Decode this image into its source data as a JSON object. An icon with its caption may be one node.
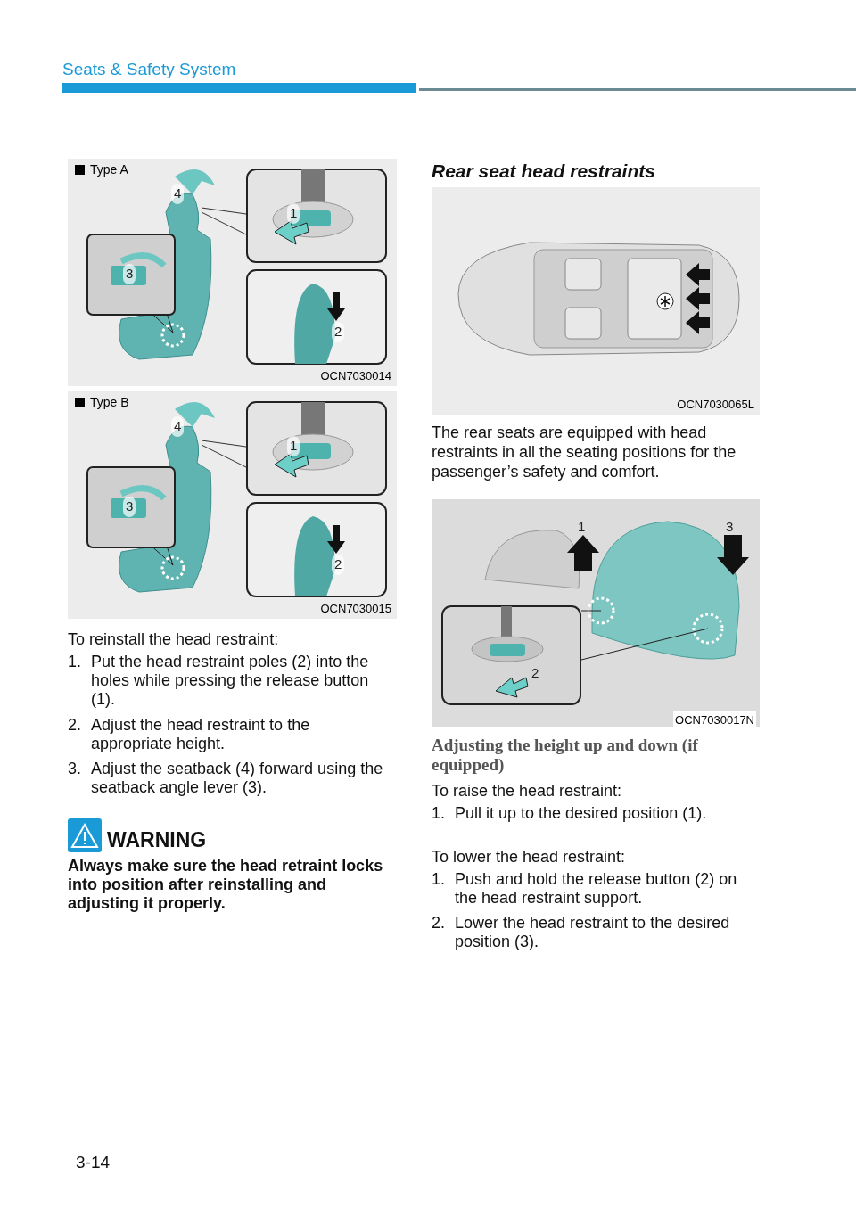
{
  "diagram": {
    "labels": [
      "Seats & Safety System",
      "Type A",
      "4",
      "1",
      "3",
      "2",
      "OCN7030014",
      "Type B",
      "4",
      "1",
      "3",
      "2",
      "OCN7030015",
      "To reinstall the head restraint:",
      "1.",
      "Put the head restraint poles (2) into the holes while pressing the release button (1).",
      "2.",
      "Adjust the head restraint to the appropriate height.",
      "3.",
      "Adjust the seatback (4) forward using the seatback angle lever (3).",
      "WARNING",
      "Always make sure the head retraint locks into position after reinstalling and adjusting it properly.",
      "Rear seat head restraints",
      "OCN7030065L",
      "The rear seats are equipped with head restraints in all the seating positions for the passenger’s safety and comfort.",
      "1",
      "3",
      "2",
      "OCN7030017N",
      "Adjusting the height up and down (if equipped)",
      "To raise the head restraint:",
      "1.",
      "Pull it up to the desired position (1).",
      "To lower the head restraint:",
      "1.",
      "Push and hold the release button (2) on the head restraint support.",
      "2.",
      "Lower the head restraint to the desired position (3).",
      "3-14"
    ]
  }
}
